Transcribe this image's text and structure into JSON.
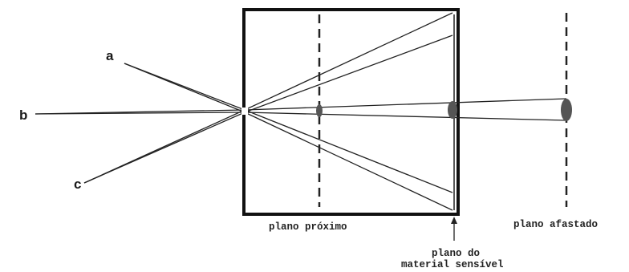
{
  "labels": {
    "a": "a",
    "b": "b",
    "c": "c",
    "plano_proximo": "plano próximo",
    "plano_afastado": "plano afastado",
    "plano_material_line1": "plano do",
    "plano_material_line2": "material sensível"
  },
  "colors": {
    "line": "#222222",
    "spot": "#555555",
    "background": "#ffffff"
  }
}
